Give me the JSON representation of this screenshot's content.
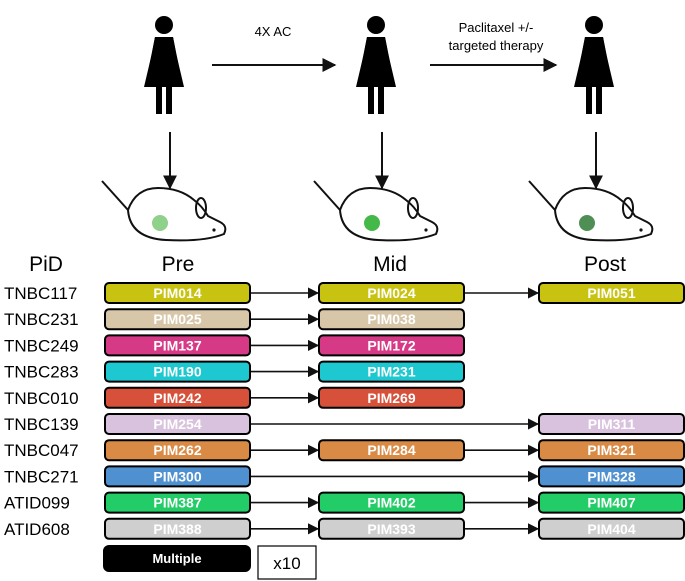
{
  "treatments": {
    "first": "4X AC",
    "second_line1": "Paclitaxel +/-",
    "second_line2": "targeted therapy"
  },
  "columns": {
    "pid": "PiD",
    "pre": "Pre",
    "mid": "Mid",
    "post": "Post"
  },
  "tumor_colors": {
    "pre": "#8fd08a",
    "mid": "#45b84a",
    "post": "#4f8f55"
  },
  "rows": [
    {
      "pid": "TNBC117",
      "pre": "PIM014",
      "mid": "PIM024",
      "post": "PIM051",
      "color": "#c8c310"
    },
    {
      "pid": "TNBC231",
      "pre": "PIM025",
      "mid": "PIM038",
      "post": null,
      "color": "#d8c6a8"
    },
    {
      "pid": "TNBC249",
      "pre": "PIM137",
      "mid": "PIM172",
      "post": null,
      "color": "#d63a86"
    },
    {
      "pid": "TNBC283",
      "pre": "PIM190",
      "mid": "PIM231",
      "post": null,
      "color": "#1ec8d0"
    },
    {
      "pid": "TNBC010",
      "pre": "PIM242",
      "mid": "PIM269",
      "post": null,
      "color": "#d6503a"
    },
    {
      "pid": "TNBC139",
      "pre": "PIM254",
      "mid": null,
      "post": "PIM311",
      "color": "#d9c2dd"
    },
    {
      "pid": "TNBC047",
      "pre": "PIM262",
      "mid": "PIM284",
      "post": "PIM321",
      "color": "#d98a44"
    },
    {
      "pid": "TNBC271",
      "pre": "PIM300",
      "mid": null,
      "post": "PIM328",
      "color": "#4f91d0"
    },
    {
      "pid": "ATID099",
      "pre": "PIM387",
      "mid": "PIM402",
      "post": "PIM407",
      "color": "#22cc66"
    },
    {
      "pid": "ATID608",
      "pre": "PIM388",
      "mid": "PIM393",
      "post": "PIM404",
      "color": "#cfcfcf"
    }
  ],
  "legend": {
    "label": "Multiple",
    "count": "x10",
    "color": "#000000"
  }
}
